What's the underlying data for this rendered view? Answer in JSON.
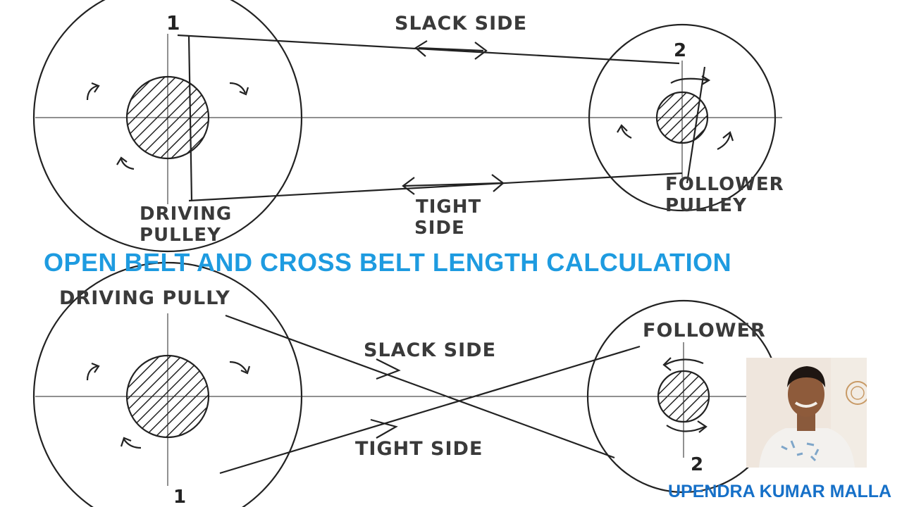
{
  "colors": {
    "title": "#1e9be0",
    "author": "#1670c8",
    "line": "#222222",
    "label": "#3a3a3a"
  },
  "title": "OPEN BELT AND CROSS BELT LENGTH CALCULATION",
  "author": "UPENDRA KUMAR MALLA",
  "open_belt": {
    "num_driver": "1",
    "num_follower": "2",
    "slack_label": "SLACK SIDE",
    "tight_label_1": "TIGHT",
    "tight_label_2": "SIDE",
    "driving_label_1": "DRIVING",
    "driving_label_2": "PULLEY",
    "follower_label_1": "FOLLOWER",
    "follower_label_2": "PULLEY"
  },
  "cross_belt": {
    "driving_label": "DRIVING PULLY",
    "follower_label": "FOLLOWER",
    "slack_label": "SLACK SIDE",
    "tight_label": "TIGHT SIDE",
    "num_driver": "1",
    "num_follower": "2"
  },
  "icons": {
    "rotation_arrow": "curved-rotation-arrow-icon",
    "photo": "presenter-photo"
  }
}
